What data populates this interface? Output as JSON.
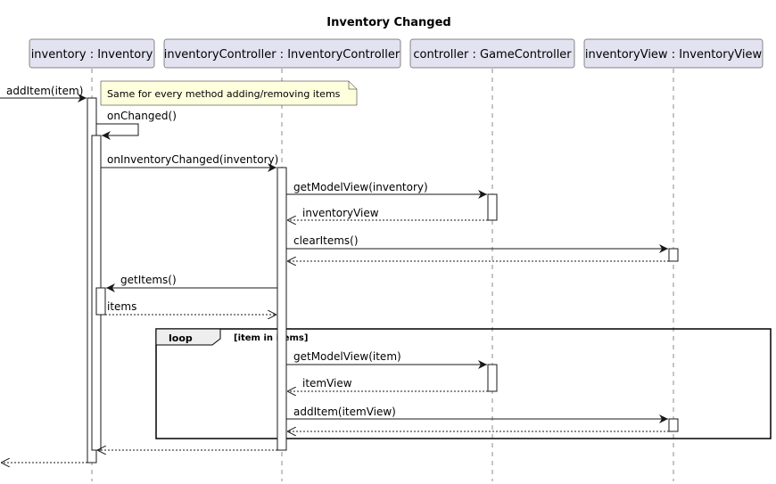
{
  "title": "Inventory Changed",
  "participants": [
    {
      "id": "inventory",
      "label": "inventory : Inventory"
    },
    {
      "id": "inventoryController",
      "label": "inventoryController : InventoryController"
    },
    {
      "id": "controller",
      "label": "controller : GameController"
    },
    {
      "id": "inventoryView",
      "label": "inventoryView : InventoryView"
    }
  ],
  "note": "Same for every method adding/removing items",
  "loop": {
    "keyword": "loop",
    "guard": "[item in items]"
  },
  "messages": [
    {
      "from": "external",
      "to": "inventory",
      "label": "addItem(item)",
      "kind": "call"
    },
    {
      "from": "inventory",
      "to": "inventory",
      "label": "onChanged()",
      "kind": "self"
    },
    {
      "from": "inventory",
      "to": "inventoryController",
      "label": "onInventoryChanged(inventory)",
      "kind": "call"
    },
    {
      "from": "inventoryController",
      "to": "controller",
      "label": "getModelView(inventory)",
      "kind": "call"
    },
    {
      "from": "controller",
      "to": "inventoryController",
      "label": "inventoryView",
      "kind": "return"
    },
    {
      "from": "inventoryController",
      "to": "inventoryView",
      "label": "clearItems()",
      "kind": "call"
    },
    {
      "from": "inventoryView",
      "to": "inventoryController",
      "label": "",
      "kind": "return"
    },
    {
      "from": "inventoryController",
      "to": "inventory",
      "label": "getItems()",
      "kind": "call"
    },
    {
      "from": "inventory",
      "to": "inventoryController",
      "label": "items",
      "kind": "return"
    },
    {
      "from": "inventoryController",
      "to": "controller",
      "label": "getModelView(item)",
      "kind": "call"
    },
    {
      "from": "controller",
      "to": "inventoryController",
      "label": "itemView",
      "kind": "return"
    },
    {
      "from": "inventoryController",
      "to": "inventoryView",
      "label": "addItem(itemView)",
      "kind": "call"
    },
    {
      "from": "inventoryView",
      "to": "inventoryController",
      "label": "",
      "kind": "return"
    },
    {
      "from": "inventoryController",
      "to": "inventory",
      "label": "",
      "kind": "return"
    },
    {
      "from": "inventory",
      "to": "external",
      "label": "",
      "kind": "return"
    }
  ]
}
